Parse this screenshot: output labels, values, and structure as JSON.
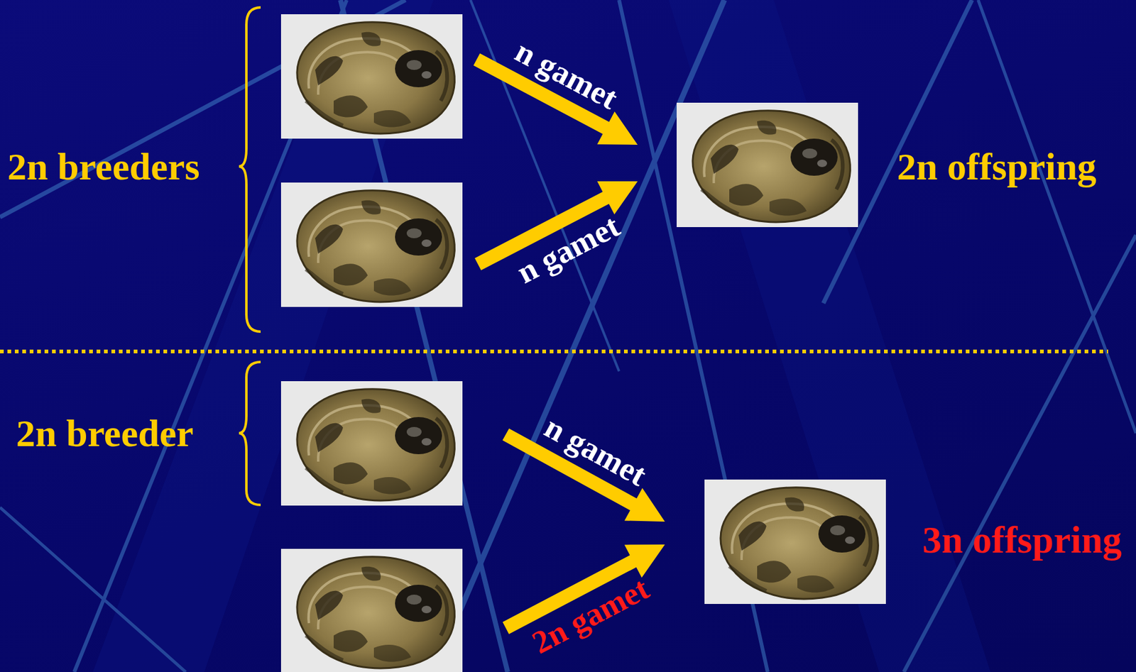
{
  "diagram": {
    "labels": [
      "2n breeders",
      "n gamet",
      "n gamet",
      "2n offspring",
      "2n breeder",
      "n gamet",
      "2n gamet",
      "3n offspring"
    ]
  }
}
